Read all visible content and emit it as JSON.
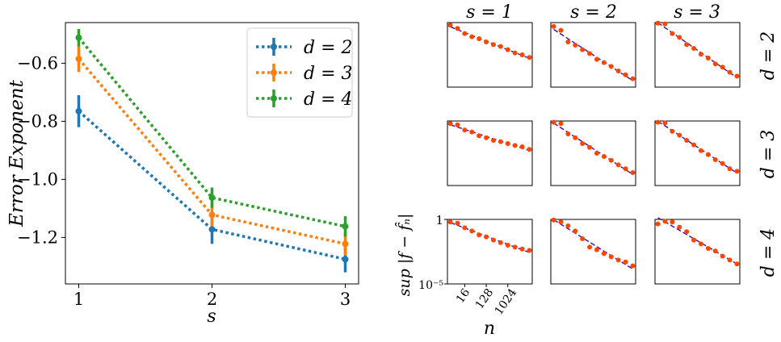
{
  "chart_data": [
    {
      "type": "line",
      "style": "dotted lines with error bars",
      "ylabel": "Error   Exponent",
      "xlabel": "s",
      "x": [
        1,
        2,
        3
      ],
      "x_tick_labels": [
        "1",
        "2",
        "3"
      ],
      "y_tick_labels": [
        "−0.6",
        "−0.8",
        "−1.0",
        "−1.2"
      ],
      "y_ticks": [
        -0.6,
        -0.8,
        -1.0,
        -1.2
      ],
      "xlim": [
        0.9,
        3.1
      ],
      "ylim": [
        -1.36,
        -0.46
      ],
      "grid": false,
      "legend_position": "top-right",
      "series": [
        {
          "name": "d = 2",
          "color": "#1f77b4",
          "values": [
            -0.765,
            -1.172,
            -1.275
          ],
          "errors": [
            0.055,
            0.05,
            0.045
          ]
        },
        {
          "name": "d = 3",
          "color": "#ff7f0e",
          "values": [
            -0.585,
            -1.122,
            -1.222
          ],
          "errors": [
            0.045,
            0.04,
            0.04
          ]
        },
        {
          "name": "d = 4",
          "color": "#2ca02c",
          "values": [
            -0.512,
            -1.063,
            -1.162
          ],
          "errors": [
            0.03,
            0.035,
            0.035
          ]
        }
      ]
    },
    {
      "type": "scatter",
      "style": "small multiples, log-log",
      "column_titles": [
        "s = 1",
        "s = 2",
        "s = 3"
      ],
      "row_labels": [
        "d = 2",
        "d = 3",
        "d = 4"
      ],
      "ylabel": "sup |f − f̂ₙ|",
      "xlabel": "n",
      "y_tick_labels": [
        "1",
        "10⁻⁵"
      ],
      "x_tick_labels": [
        "16",
        "128",
        "1024"
      ],
      "point_color": "#ff4500",
      "fit_line_color": "#3a0ca3",
      "x_log2": [
        2,
        3,
        4,
        5,
        6,
        7,
        8,
        9,
        10,
        11,
        12,
        13
      ],
      "ylim_log10": [
        -5,
        0
      ],
      "panels": [
        {
          "row": 0,
          "col": 0,
          "log10_y": [
            -0.2,
            -0.45,
            -0.85,
            -1.1,
            -1.25,
            -1.5,
            -1.7,
            -1.85,
            -2.1,
            -2.35,
            -2.5,
            -2.7
          ]
        },
        {
          "row": 0,
          "col": 1,
          "log10_y": [
            -0.3,
            -0.6,
            -1.5,
            -1.75,
            -2.1,
            -2.4,
            -2.85,
            -3.1,
            -3.4,
            -3.75,
            -4.05,
            -4.35
          ]
        },
        {
          "row": 0,
          "col": 2,
          "log10_y": [
            -0.05,
            -0.1,
            -0.85,
            -1.15,
            -1.7,
            -2.0,
            -2.45,
            -2.75,
            -3.2,
            -3.45,
            -3.85,
            -4.15
          ]
        },
        {
          "row": 1,
          "col": 0,
          "log10_y": [
            -0.2,
            -0.3,
            -0.7,
            -0.85,
            -1.15,
            -1.3,
            -1.5,
            -1.6,
            -1.75,
            -1.9,
            -2.0,
            -2.2
          ]
        },
        {
          "row": 1,
          "col": 1,
          "log10_y": [
            -0.1,
            -0.2,
            -1.0,
            -1.3,
            -1.75,
            -2.05,
            -2.5,
            -2.75,
            -3.05,
            -3.4,
            -3.7,
            -4.0
          ]
        },
        {
          "row": 1,
          "col": 2,
          "log10_y": [
            -0.1,
            -0.15,
            -0.8,
            -1.1,
            -1.5,
            -1.85,
            -2.3,
            -2.6,
            -3.0,
            -3.3,
            -3.7,
            -3.9
          ]
        },
        {
          "row": 2,
          "col": 0,
          "log10_y": [
            -0.2,
            -0.3,
            -0.65,
            -0.9,
            -1.2,
            -1.35,
            -1.6,
            -1.8,
            -2.0,
            -2.15,
            -2.3,
            -2.4
          ]
        },
        {
          "row": 2,
          "col": 1,
          "log10_y": [
            -0.05,
            -0.2,
            -0.5,
            -0.9,
            -1.5,
            -2.15,
            -2.35,
            -2.65,
            -2.9,
            -3.15,
            -3.3,
            -3.6
          ]
        },
        {
          "row": 2,
          "col": 2,
          "log10_y": [
            -0.35,
            -0.15,
            -0.2,
            -0.6,
            -0.95,
            -1.6,
            -1.9,
            -2.25,
            -2.45,
            -2.85,
            -3.15,
            -3.45
          ]
        }
      ]
    }
  ]
}
